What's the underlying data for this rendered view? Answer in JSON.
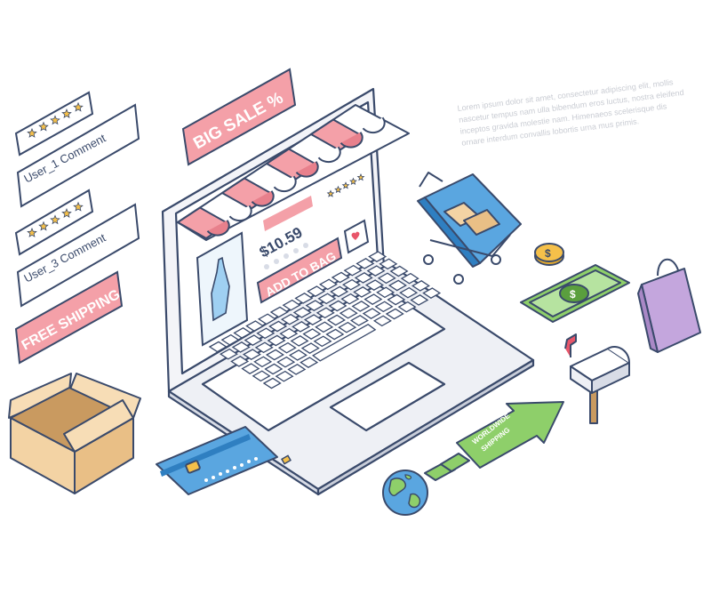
{
  "banners": {
    "big_sale": "BIG SALE %",
    "free_shipping": "FREE SHIPPING"
  },
  "reviews": [
    {
      "stars": 5,
      "comment": "User_1 Comment"
    },
    {
      "stars": 5,
      "comment": "User_3 Comment"
    }
  ],
  "product": {
    "price": "$10.59",
    "add_to_bag": "ADD TO BAG",
    "stars": 5
  },
  "arrow": {
    "line1": "WORLDWIDE",
    "line2": "SHIPPING"
  },
  "filler_text": [
    "Lorem ipsum dolor sit amet, consectetur adipiscing elit, mollis",
    "nascetur tempus nam ulla bibendum eros luctus, nostra eleifend",
    "inceptos gravida molestie nam. Himenaeos scelerisque dis",
    "ornare interdum convallis lobortis urna mus primis."
  ],
  "colors": {
    "outline": "#3a4a6b",
    "pink": "#f4a0a8",
    "pink_dark": "#e8808c",
    "blue": "#5aa6e0",
    "green": "#8ecf6a",
    "purple": "#c4a6dd",
    "gold": "#f5c04a",
    "box": "#f3d3a4"
  },
  "icons": [
    "star-icon",
    "heart-icon",
    "dollar-icon",
    "dress-icon",
    "chip-icon",
    "globe-icon"
  ]
}
